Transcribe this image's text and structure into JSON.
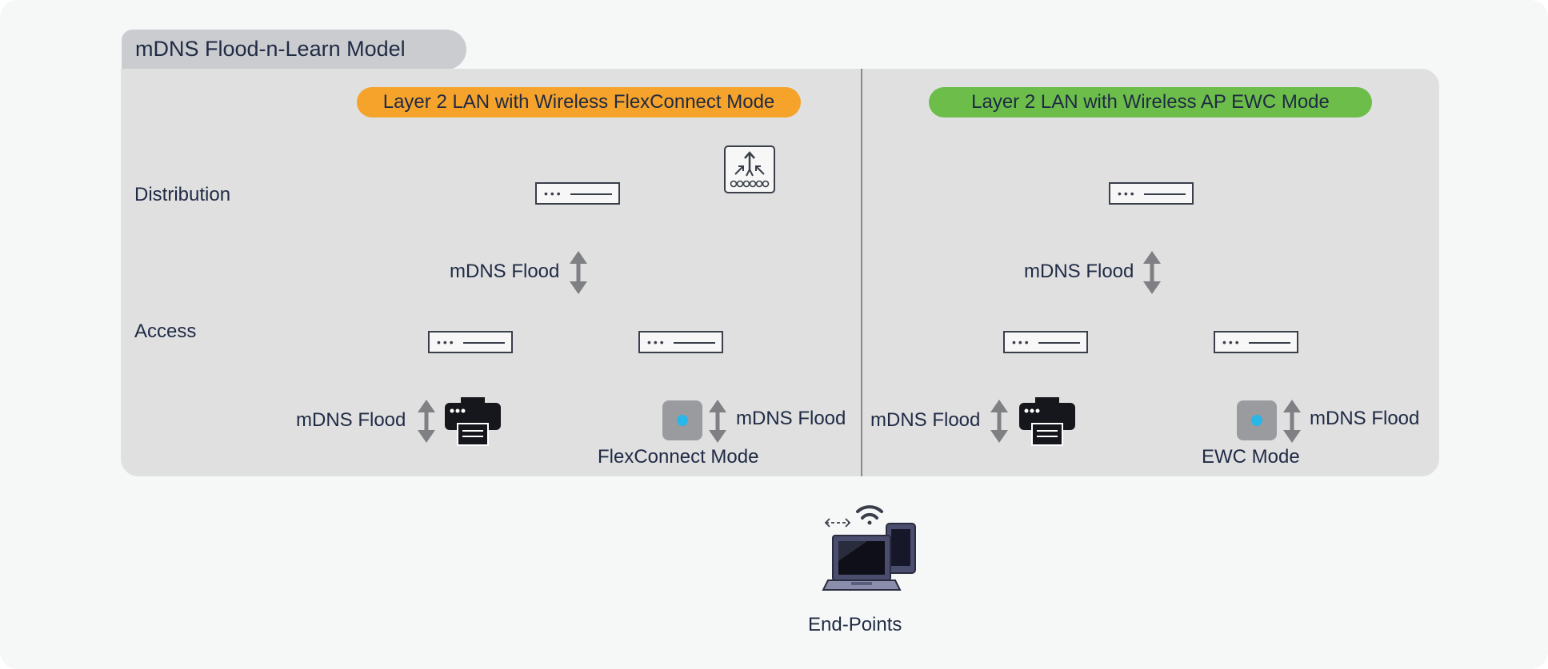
{
  "title": "mDNS Flood-n-Learn Model",
  "levels": {
    "distribution": "Distribution",
    "access": "Access"
  },
  "left_section": {
    "header": "Layer 2 LAN with Wireless FlexConnect Mode",
    "header_color": "#F5A32B",
    "flood_dist_access": "mDNS Flood",
    "flood_printer": "mDNS Flood",
    "flood_ap": "mDNS Flood",
    "ap_caption": "FlexConnect Mode"
  },
  "right_section": {
    "header": "Layer 2 LAN with Wireless AP EWC Mode",
    "header_color": "#6CBD4A",
    "flood_dist_access": "mDNS Flood",
    "flood_printer": "mDNS Flood",
    "flood_ap": "mDNS Flood",
    "ap_caption": "EWC Mode"
  },
  "endpoints": {
    "label": "End-Points"
  },
  "colors": {
    "panel": "#E0E0E1",
    "title_tab": "#CBCCCF",
    "arrow": "#7F8084",
    "ap_led": "#29B6E8",
    "text": "#1F2A44"
  },
  "icons": [
    "switch-icon",
    "wireless-controller-icon",
    "printer-icon",
    "access-point-icon",
    "double-arrow-icon",
    "laptop-icon",
    "tablet-icon",
    "wifi-icon"
  ]
}
